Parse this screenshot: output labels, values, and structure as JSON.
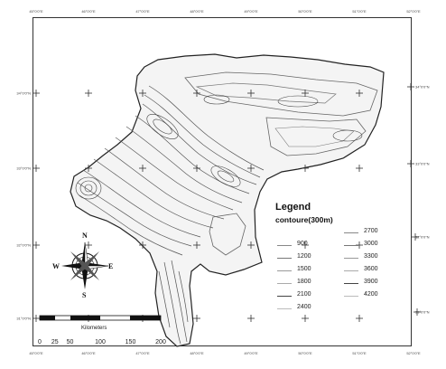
{
  "map": {
    "axis_labels": {
      "top": [
        "45°0'0\"E",
        "46°0'0\"E",
        "47°0'0\"E",
        "48°0'0\"E",
        "49°0'0\"E",
        "50°0'0\"E",
        "51°0'0\"E",
        "52°0'0\"E"
      ],
      "bottom": [
        "45°0'0\"E",
        "46°0'0\"E",
        "47°0'0\"E",
        "48°0'0\"E",
        "49°0'0\"E",
        "50°0'0\"E",
        "51°0'0\"E",
        "52°0'0\"E"
      ],
      "left": [
        "34°0'0\"N",
        "33°0'0\"N",
        "32°0'0\"N",
        "31°0'0\"N"
      ],
      "right": [
        "34°0'0\"N",
        "33°0'0\"N",
        "32°0'0\"N",
        "31°0'0\"N"
      ]
    },
    "colors": {
      "contour": "#555555",
      "outline": "#222222",
      "grid": "#333333"
    }
  },
  "legend": {
    "title": "Legend",
    "subtitle": "contoure(300m)",
    "entries_left": [
      "900",
      "1200",
      "1500",
      "1800",
      "2100",
      "2400"
    ],
    "entries_right": [
      "2700",
      "3000",
      "3300",
      "3600",
      "3900",
      "4200"
    ]
  },
  "north_arrow": {
    "n": "N",
    "s": "S",
    "e": "E",
    "w": "W"
  },
  "scale_bar": {
    "title": "Kilometers",
    "labels": [
      "0",
      "25",
      "50",
      "100",
      "150",
      "200"
    ],
    "fractions": [
      0,
      0.125,
      0.25,
      0.5,
      0.75,
      1
    ]
  }
}
